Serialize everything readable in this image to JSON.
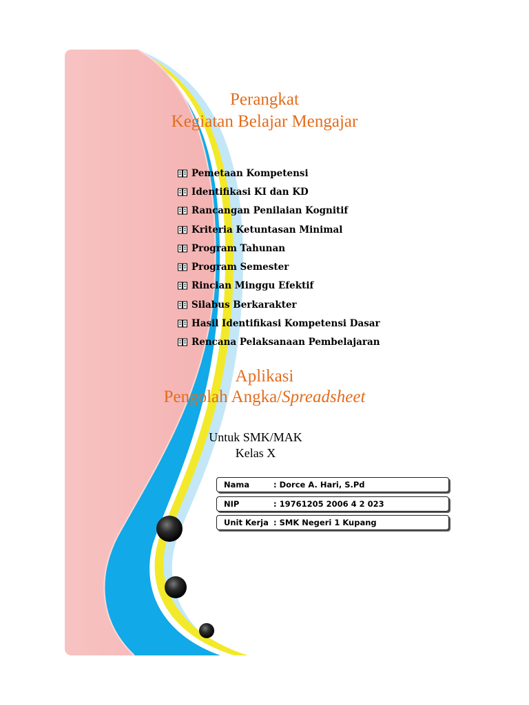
{
  "header": {
    "line1": "Perangkat",
    "line2": "Kegiatan Belajar Mengajar"
  },
  "documents": [
    "Pemetaan Kompetensi",
    "Identifikasi KI dan KD",
    "Rancangan Penilaian Kognitif",
    "Kriteria Ketuntasan Minimal",
    "Program Tahunan",
    "Program Semester",
    "Rincian Minggu Efektif",
    "Silabus Berkarakter",
    "Hasil Identifikasi Kompetensi Dasar",
    "Rencana Pelaksanaan Pembelajaran"
  ],
  "subject": {
    "line1": "Aplikasi",
    "line2_plain": "Pengolah Angka/",
    "line2_italic": "Spreadsheet"
  },
  "audience": {
    "line1": "Untuk SMK/MAK",
    "line2": "Kelas X"
  },
  "info": {
    "nama_label": "Nama",
    "nama_value": ": Dorce A. Hari, S.Pd",
    "nip_label": "NIP",
    "nip_value": ": 19761205 2006 4 2 023",
    "unit_label": "Unit Kerja",
    "unit_value": ": SMK Negeri 1 Kupang"
  },
  "colors": {
    "title": "#e36c1c",
    "panel_pink": "#f5b9b8",
    "wave_blue": "#10a8e6",
    "wave_yellow": "#f3ea26",
    "wave_light_blue": "#bfe6f6"
  },
  "icons": [
    "book-bullet-icon",
    "dark-button-decoration"
  ]
}
